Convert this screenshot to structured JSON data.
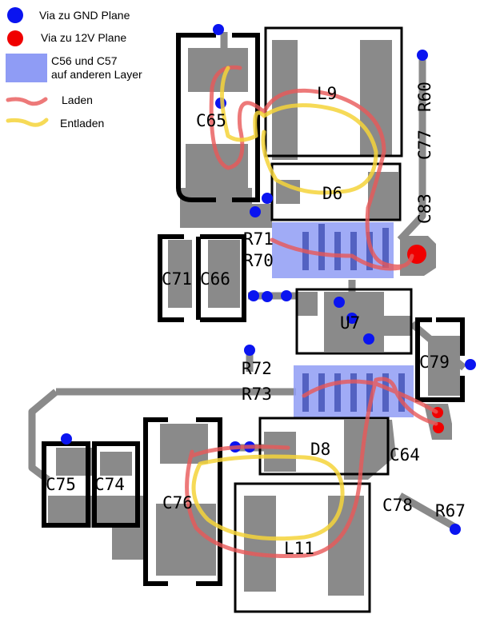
{
  "legend": {
    "gnd_via": "Via zu GND Plane",
    "v12_via": "Via zu 12V Plane",
    "caps_line1": "C56 und C57",
    "caps_line2": "auf anderen Layer",
    "laden": "Laden",
    "entladen": "Entladen"
  },
  "colors": {
    "gnd_via": "#0a14f0",
    "v12_via": "#f00000",
    "caps": "#8f9cf5",
    "laden": "#e85858",
    "entladen": "#f5d33a",
    "copper": "#8a8a8a"
  },
  "components": {
    "C65": "C65",
    "L9": "L9",
    "D6": "D6",
    "R60": "R60",
    "C77": "C77",
    "C83": "C83",
    "R71": "R71",
    "R70": "R70",
    "C71": "C71",
    "C66": "C66",
    "U7": "U7",
    "C79": "C79",
    "R72": "R72",
    "R73": "R73",
    "D8": "D8",
    "C64": "C64",
    "C75": "C75",
    "C74": "C74",
    "C76": "C76",
    "C78": "C78",
    "R67": "R67",
    "L11": "L11"
  }
}
